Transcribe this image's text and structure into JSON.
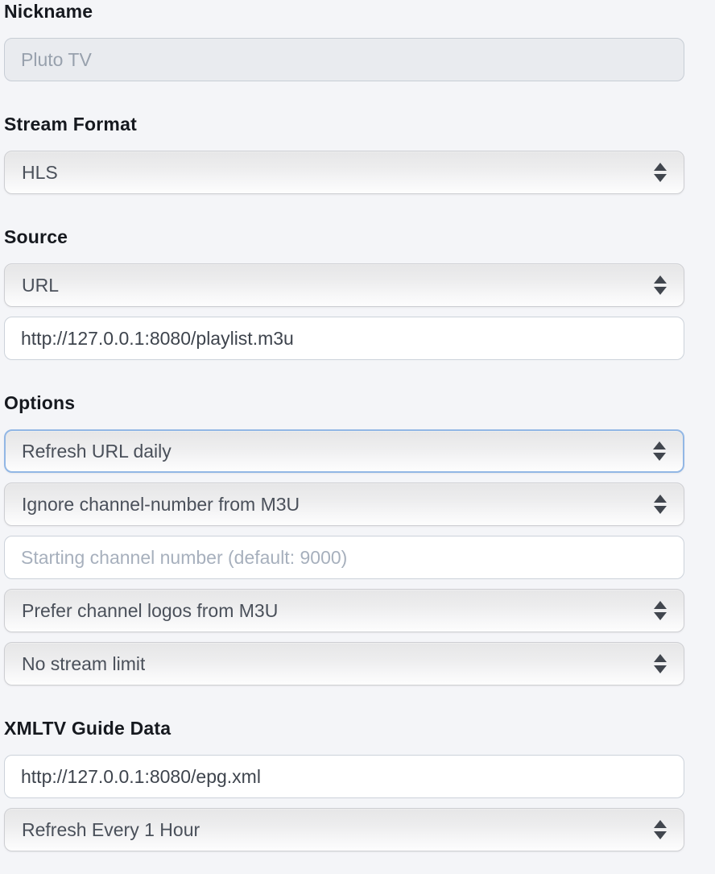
{
  "colors": {
    "page_bg": "#f4f5f8",
    "heading_text": "#16191f",
    "select_text": "#4a505a",
    "input_text": "#3e444d",
    "placeholder_text": "#a7b0bd",
    "focus_border": "#92b7e5",
    "arrow_icon": "#41464e",
    "disabled_input_bg": "#e9ebef"
  },
  "icons": {
    "select_arrows": "up-down-triangles"
  },
  "sections": [
    {
      "heading": "Nickname",
      "fields": [
        {
          "type": "text",
          "name": "nickname-input",
          "placeholder": "Pluto TV",
          "disabled": true
        }
      ]
    },
    {
      "heading": "Stream Format",
      "fields": [
        {
          "type": "select",
          "name": "stream-format-select",
          "value": "HLS"
        }
      ]
    },
    {
      "heading": "Source",
      "fields": [
        {
          "type": "select",
          "name": "source-type-select",
          "value": "URL"
        },
        {
          "type": "text",
          "name": "source-url-input",
          "value": "http://127.0.0.1:8080/playlist.m3u"
        }
      ]
    },
    {
      "heading": "Options",
      "fields": [
        {
          "type": "select",
          "name": "refresh-url-select",
          "value": "Refresh URL daily",
          "focused": true
        },
        {
          "type": "select",
          "name": "channel-number-select",
          "value": "Ignore channel-number from M3U"
        },
        {
          "type": "text",
          "name": "starting-channel-input",
          "placeholder": "Starting channel number (default: 9000)"
        },
        {
          "type": "select",
          "name": "channel-logos-select",
          "value": "Prefer channel logos from M3U"
        },
        {
          "type": "select",
          "name": "stream-limit-select",
          "value": "No stream limit"
        }
      ]
    },
    {
      "heading": "XMLTV Guide Data",
      "fields": [
        {
          "type": "text",
          "name": "xmltv-url-input",
          "value": "http://127.0.0.1:8080/epg.xml"
        },
        {
          "type": "select",
          "name": "xmltv-refresh-select",
          "value": "Refresh Every 1 Hour"
        }
      ]
    }
  ]
}
